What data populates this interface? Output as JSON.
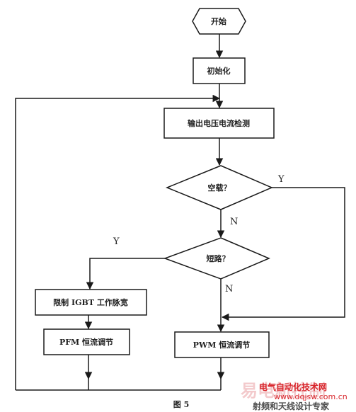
{
  "nodes": {
    "start": "开始",
    "init": "初始化",
    "detect": "输出电压电流检测",
    "no_load": "空载？",
    "short_circuit": "短路？",
    "limit_igbt": "限制 IGBT 工作脉宽",
    "pfm": "PFM 恒流调节",
    "pwm": "PWM 恒流调节"
  },
  "edges": {
    "no_load_yes": "Y",
    "no_load_no": "N",
    "short_yes": "Y",
    "short_no": "N"
  },
  "caption": "图 5",
  "watermark": {
    "big": "易电新控制",
    "site_name": "电气自动化技术网",
    "url": "www.dqjsw.com.cn",
    "tagline": "射频和天线设计专家"
  },
  "colors": {
    "line": "#1a1a1a",
    "watermark_red": "#d8242a",
    "watermark_faint": "#f0b9bb"
  }
}
